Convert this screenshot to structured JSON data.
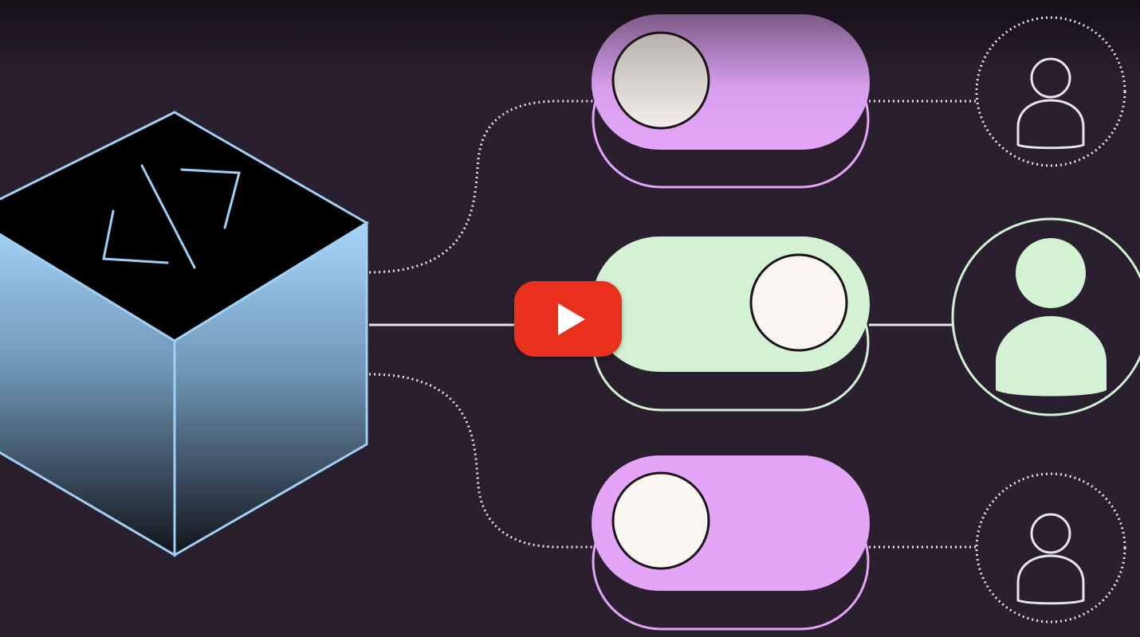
{
  "video": {
    "play_label": "Play video"
  },
  "diagram": {
    "code_glyph": "</>",
    "toggles": [
      {
        "state": "off",
        "color": "#e4a5f8"
      },
      {
        "state": "on",
        "color": "#d3f1d3"
      },
      {
        "state": "off",
        "color": "#e4a5f8"
      }
    ],
    "users": [
      {
        "state": "inactive"
      },
      {
        "state": "active"
      },
      {
        "state": "inactive"
      }
    ]
  },
  "colors": {
    "background": "#2a1f2d",
    "cube_edge": "#9fd0f5",
    "toggle_off": "#e4a5f8",
    "toggle_on": "#d3f1d3",
    "knob": "#f9f5f0",
    "play": "#e8301c"
  }
}
